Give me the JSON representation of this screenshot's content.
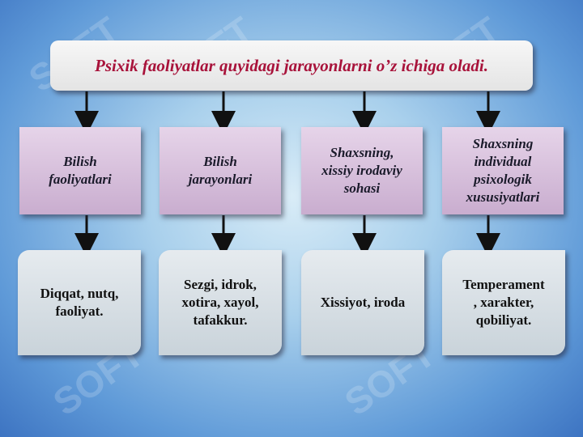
{
  "title": "Psixik faoliyatlar quyidagi jarayonlarni o’z ichiga oladi.",
  "colors": {
    "title_text": "#a8123a",
    "category_box": "#d9c2dc",
    "item_box": "#dae0e5",
    "background": "#7fb2e2"
  },
  "watermark": "SOFT",
  "categories": [
    {
      "label": "Bilish\nfaoliyatlari",
      "item": "Diqqat, nutq,\nfaoliyat."
    },
    {
      "label": "Bilish\njarayonlari",
      "item": "Sezgi, idrok,\nxotira, xayol,\ntafakkur."
    },
    {
      "label": "Shaxsning,\nxissiy irodaviy\nsohasi",
      "item": "Xissiyot, iroda"
    },
    {
      "label": "Shaxsning\nindividual\npsixologik\nxususiyatlari",
      "item": "Temperament\n, xarakter,\nqobiliyat."
    }
  ]
}
